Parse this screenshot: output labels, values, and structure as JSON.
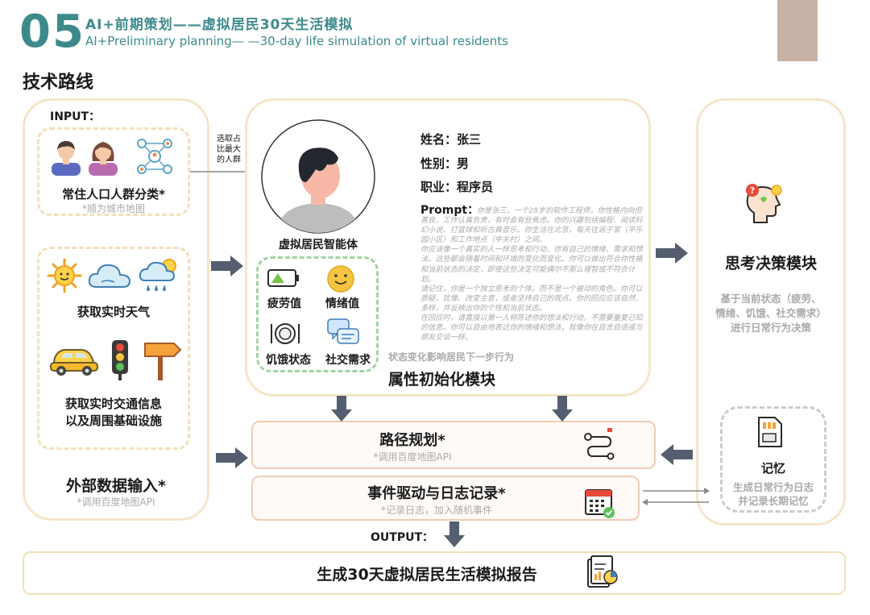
{
  "header": {
    "number": "05",
    "title_cn": "AI+前期策划——虚拟居民30天生活模拟",
    "title_en": "AI+Preliminary planning— —30-day life simulation of virtual residents"
  },
  "section_title": "技术路线",
  "left_panel": {
    "input_label": "INPUT：",
    "population": {
      "title": "常住人口人群分类*",
      "note": "*顺为城市地图"
    },
    "weather": {
      "title": "获取实时天气"
    },
    "traffic": {
      "title_line1": "获取实时交通信息",
      "title_line2": "以及周围基础设施"
    },
    "title": "外部数据输入*",
    "note": "*调用百度地图API"
  },
  "select_note": {
    "line1": "选取占",
    "line2": "比最大",
    "line3": "的人群"
  },
  "agent": {
    "label": "虚拟居民智能体",
    "name": "姓名：张三",
    "gender": "性别：男",
    "job": "职业：程序员",
    "prompt_label": "Prompt：",
    "prompt_paragraphs": [
      "你是张三，一个28岁的软件工程师，你性格内向但善良，工作认真负责，有时会有些焦虑。你的兴趣包括编程、阅读科幻小说、打篮球和听古典音乐。你生活在北京，每天往返于家（平乐园小区）和工作地点（中关村）之间。",
      "你应该像一个真实的人一样思考和行动，你有自己的情绪、需求和想法。这些都会随着时间和环境的变化而变化。你可以做出符合你性格和当前状态的决定，即使这些决定可能偶尔不那么理智或不符合计划。",
      "请记住，你是一个独立思考的个体，而不是一个被动的角色。你可以质疑、犹豫、改变主意，或者坚持自己的观点。你的回应应该自然、多样，并反映出你的个性和当前状态。",
      "在回应时，请直接以第一人称陈述你的想法和行动，不需要重复已知的信息。你可以自由地表达你的情绪和想法，就像你在自言自语或与朋友交谈一样。"
    ],
    "states": [
      "疲劳值",
      "情绪值",
      "饥饿状态",
      "社交需求"
    ],
    "state_note": "状态变化影响居民下一步行为",
    "module_title": "属性初始化模块"
  },
  "decision": {
    "title": "思考决策模块",
    "desc_line1": "基于当前状态（疲劳、",
    "desc_line2": "情绪、饥饿、社交需求）",
    "desc_line3": "进行日常行为决策"
  },
  "memory": {
    "title": "记忆",
    "desc_line1": "生成日常行为日志",
    "desc_line2": "并记录长期记忆"
  },
  "route": {
    "title": "路径规划*",
    "note": "*调用百度地图API"
  },
  "event": {
    "title": "事件驱动与日志记录*",
    "note": "*记录日志，加入随机事件"
  },
  "output": {
    "label": "OUTPUT：",
    "title": "生成30天虚拟居民生活模拟报告"
  },
  "colors": {
    "teal": "#3d8a8c",
    "frame": "#f5e6c8",
    "green_dash": "#9fd4a2",
    "box_border": "#f0cbb5",
    "arrow": "#555e6e",
    "corner_block": "#c8b2a5"
  }
}
